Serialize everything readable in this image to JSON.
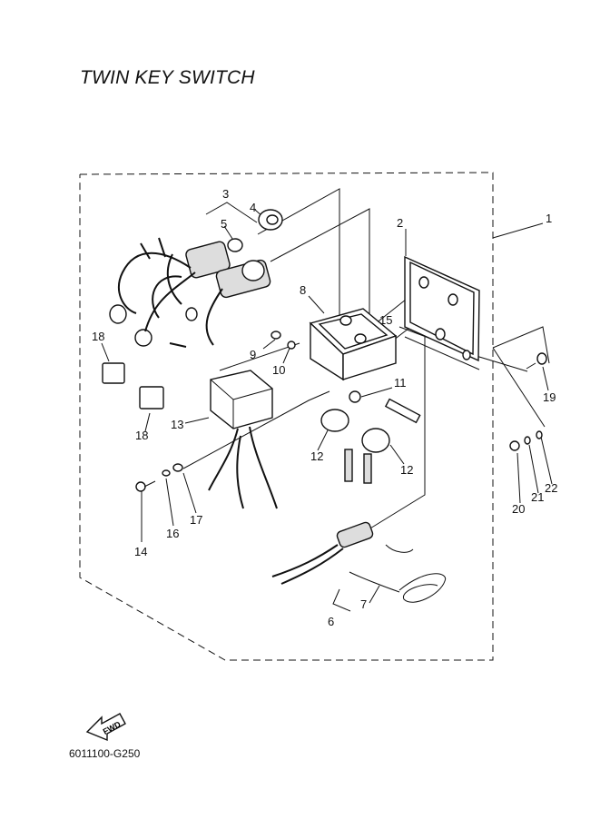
{
  "title": "TWIN KEY SWITCH",
  "diagram_code": "6011100-G250",
  "fwd_label": "FWD",
  "callouts": [
    "1",
    "2",
    "3",
    "4",
    "5",
    "6",
    "7",
    "8",
    "9",
    "10",
    "11",
    "12",
    "12",
    "13",
    "14",
    "15",
    "16",
    "17",
    "18",
    "18",
    "19",
    "20",
    "21",
    "22"
  ]
}
